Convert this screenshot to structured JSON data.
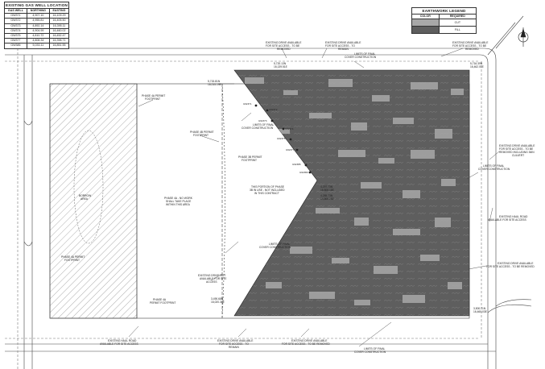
{
  "gas_well_table": {
    "title": "EXISTING GAS WELL LOCATION",
    "headers": [
      "GAS WELL",
      "NORTHING",
      "EASTING"
    ],
    "rows": [
      [
        "GW371",
        "4,907.10",
        "16,109.29"
      ],
      [
        "GW372",
        "4,955.81",
        "16,405.50"
      ],
      [
        "GW373",
        "4,892.14",
        "16,395.11"
      ],
      [
        "GW374",
        "4,904.99",
        "16,460.02"
      ],
      [
        "GW375",
        "4,810.72",
        "16,452.47"
      ],
      [
        "GW377",
        "4,808.34",
        "16,398.71"
      ],
      [
        "GW385",
        "5,033.11",
        "16,851.55"
      ]
    ]
  },
  "legend": {
    "title": "EARTHWORK LEGEND",
    "headers": [
      "COLOR",
      "REQUIRED"
    ],
    "rows": [
      {
        "swatch": "#a8a8a8",
        "label": "CUT"
      },
      {
        "swatch": "#5e5e5e",
        "label": "FILL"
      }
    ]
  },
  "colors": {
    "fill": "#5e5e5e",
    "cut": "#a8a8a8",
    "line": "#333333"
  },
  "callouts": {
    "drive_top_left": [
      "EXISTING DRIVE AVAILABLE",
      "FOR SITE ACCESS - TO BE",
      "REMOVED"
    ],
    "drive_top_mid": [
      "EXISTING DRIVE AVAILABLE",
      "FOR SITE ACCESS - TO",
      "REMAIN"
    ],
    "limits_top": [
      "LIMITS OF FINAL",
      "COVER CONSTRUCTION"
    ],
    "drive_top_right": [
      "EXISTING DRIVE AVAILABLE",
      "FOR SITE ACCESS - TO BE",
      "REMOVED"
    ],
    "coord_top_mid": [
      "5,720.13N",
      "16,139.51E"
    ],
    "coord_top_left": [
      "5,715.81N",
      "16,015.19E"
    ],
    "coord_top_right": [
      "5,716.39N",
      "16,462.01E"
    ],
    "phase4a_permit": [
      "PHASE 4A PERMIT",
      "FOOTPRINT"
    ],
    "phase4b_permit": [
      "PHASE 4B PERMIT",
      "FOOTPRINT"
    ],
    "phase3b_permit": [
      "PHASE 3B PERMIT",
      "FOOTPRINT"
    ],
    "limits_mid": [
      "LIMITS OF FINAL",
      "COVER CONSTRUCTION"
    ],
    "borrow": [
      "BORROW",
      "AREA"
    ],
    "phase4a_note": [
      "PHASE 4A - NO WORK",
      "SHALL TAKE PLACE",
      "WITHIN THIS AREA"
    ],
    "portion_note": [
      "THIS PORTION OF PHASE",
      "3B IN USE - NOT INCLUDED",
      "IN THIS CONTRACT"
    ],
    "coord_mid": [
      "4,297.73N",
      "16,808.18E"
    ],
    "coord_mid2": [
      "4,285.73N",
      "14,808.18E"
    ],
    "phase4a_footprint_left": [
      "PHASE 4A PERMIT",
      "FOOTPRINT"
    ],
    "limits_lower": [
      "LIMITS OF FINAL",
      "COVER CONSTRUCTION"
    ],
    "drive_lower_left": [
      "EXISTING DRIVE NOT",
      "AVAILABLE FOR SITE",
      "ACCESS"
    ],
    "coord_lower_left": [
      "3,490.68N",
      "16,020.30E"
    ],
    "phase4_footprint": [
      "PHASE 4A",
      "PERMIT FOOTPRINT"
    ],
    "haul_road_left": [
      "EXISTING HAUL ROAD",
      "AVAILABLE FOR SITE ACCESS"
    ],
    "drive_bottom_1": [
      "EXISTING DRIVE AVAILABLE",
      "FOR SITE ACCESS - TO",
      "REMAIN"
    ],
    "drive_bottom_2": [
      "EXISTING DRIVE AVAILABLE",
      "FOR SITE ACCESS - TO BE REMOVED"
    ],
    "limits_bottom": [
      "LIMITS OF FINAL",
      "COVER CONSTRUCTION"
    ],
    "drive_right_1": [
      "EXISTING DRIVE AVAILABLE",
      "FOR SITE ACCESS - TO BE",
      "REMOVED INCLUDING 36IN",
      "CULVERT"
    ],
    "limits_right": [
      "LIMITS OF FINAL",
      "COVER CONSTRUCTION"
    ],
    "haul_road_right": [
      "EXISTING HAUL ROAD",
      "AVAILABLE FOR SITE ACCESS"
    ],
    "drive_right_2": [
      "EXISTING DRIVE AVAILABLE",
      "FOR SITE ACCESS - TO BE REMOVED"
    ],
    "coord_bottom_right": [
      "3,500.71N",
      "16,460.03E"
    ]
  },
  "wells": [
    "GW371",
    "GW372",
    "GW373",
    "GW374",
    "GW375",
    "GW377",
    "GW385",
    "GW380"
  ]
}
